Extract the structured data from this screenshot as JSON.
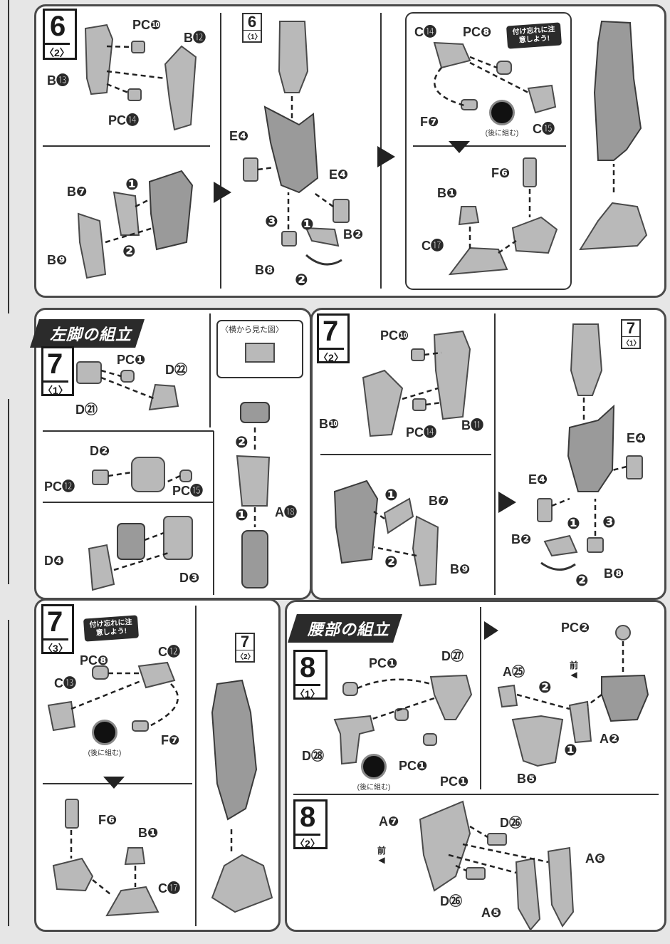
{
  "section_left_assembly": "左脚の組立",
  "section_waist_assembly": "腰部の組立",
  "note_dont_forget": "付け忘れに注意しよう!",
  "assemble_later": "(後に組む)",
  "side_view": "〈横から見た図〉",
  "front_label": "前",
  "steps": {
    "s6_2": {
      "num": "6",
      "sub": "〈2〉"
    },
    "s6_1": {
      "num": "6",
      "sub": "〈1〉"
    },
    "s7_1": {
      "num": "7",
      "sub": "〈1〉"
    },
    "s7_2": {
      "num": "7",
      "sub": "〈2〉"
    },
    "s7_3": {
      "num": "7",
      "sub": "〈3〉"
    },
    "s8_1": {
      "num": "8",
      "sub": "〈1〉"
    },
    "s8_2": {
      "num": "8",
      "sub": "〈2〉"
    }
  },
  "refs": {
    "r6_1": {
      "num": "6",
      "sub": "〈1〉"
    },
    "r7_1": {
      "num": "7",
      "sub": "〈1〉"
    },
    "r7_2": {
      "num": "7",
      "sub": "〈2〉"
    }
  },
  "labels": {
    "p1_pc10": "PC❿",
    "p1_b12": "B⓬",
    "p1_b13": "B⓭",
    "p1_pc14": "PC⓮",
    "p1_b7": "B❼",
    "p1_b9": "B❾",
    "p1_e4a": "E❹",
    "p1_e4b": "E❹",
    "p1_b2": "B❷",
    "p1_b8": "B❽",
    "p1_c14": "C⓮",
    "p1_pc8": "PC❽",
    "p1_f7": "F❼",
    "p1_c15": "C⓯",
    "p1_f6": "F❻",
    "p1_b1": "B❶",
    "p1_c17": "C⓱",
    "p2_pc1": "PC❶",
    "p2_d22": "D㉒",
    "p2_d21": "D㉑",
    "p2_d2": "D❷",
    "p2_pc12": "PC⓬",
    "p2_pc15": "PC⓯",
    "p2_d4": "D❹",
    "p2_d3": "D❸",
    "p2_a18": "A⓲",
    "p3_pc10": "PC❿",
    "p3_b10": "B❿",
    "p3_pc14": "PC⓮",
    "p3_b11": "B⓫",
    "p3_b7": "B❼",
    "p3_b9": "B❾",
    "p3_e4a": "E❹",
    "p3_e4b": "E❹",
    "p3_b2": "B❷",
    "p3_b8": "B❽",
    "p4_c12": "C⓬",
    "p4_pc8": "PC❽",
    "p4_c13": "C⓭",
    "p4_f7": "F❼",
    "p4_f6": "F❻",
    "p4_b1": "B❶",
    "p4_c17": "C⓱",
    "p5_pc1a": "PC❶",
    "p5_d27": "D㉗",
    "p5_pc1b": "PC❶",
    "p5_pc1c": "PC❶",
    "p5_d28": "D㉘",
    "p5_pc2": "PC❷",
    "p5_a25": "A㉕",
    "p5_a2": "A❷",
    "p5_b5": "B❺",
    "p5_a7": "A❼",
    "p5_d26a": "D㉖",
    "p5_d26b": "D㉖",
    "p5_a6": "A❻",
    "p5_a5": "A❺"
  },
  "order_marks": [
    "❶",
    "❷",
    "❸"
  ]
}
